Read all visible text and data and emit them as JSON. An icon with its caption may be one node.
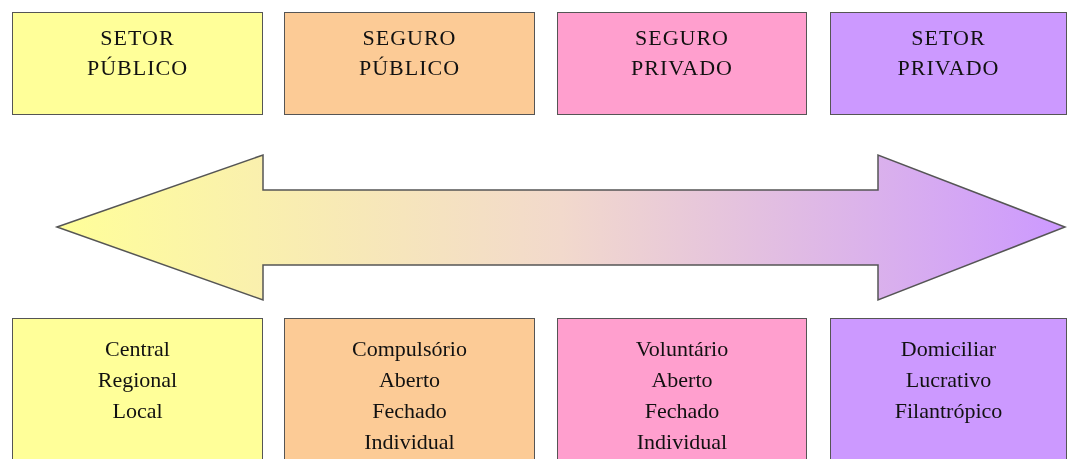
{
  "diagram": {
    "nodes": [
      {
        "text": [
          "SETOR PÚBLICO"
        ]
      },
      {
        "text": [
          "SEGURO PÚBLICO"
        ]
      },
      {
        "text": [
          "SEGURO PRIVADO"
        ]
      },
      {
        "text": [
          "SETOR PRIVADO"
        ]
      },
      {
        "text": [
          "Central",
          "Regional",
          "Local"
        ]
      },
      {
        "text": [
          "Compulsório",
          "Aberto",
          "Fechado",
          "Individual"
        ]
      },
      {
        "text": [
          "Voluntário",
          "Aberto",
          "Fechado",
          "Individual"
        ]
      },
      {
        "text": [
          "Domiciliar",
          "Lucrativo",
          "Filantrópico"
        ]
      }
    ]
  }
}
